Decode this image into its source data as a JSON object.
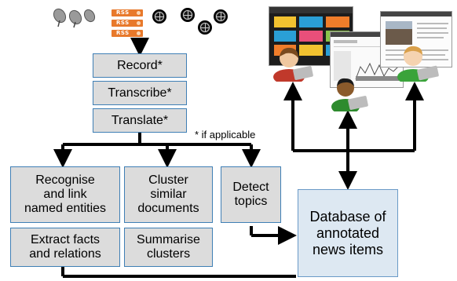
{
  "pipeline": {
    "record": "Record*",
    "transcribe": "Transcribe*",
    "translate": "Translate*",
    "footnote": "* if applicable"
  },
  "analysis": {
    "ner": "Recognise\nand link\nnamed entities",
    "cluster": "Cluster\nsimilar\ndocuments",
    "topics": "Detect\ntopics",
    "facts": "Extract facts\nand relations",
    "summarise": "Summarise\nclusters"
  },
  "database": {
    "label": "Database of\nannotated\nnews items"
  },
  "sources": {
    "rss_label": "RSS",
    "icons": [
      "satellite-dish-icon",
      "rss-feed-icon",
      "web-globe-icon"
    ]
  },
  "users": {
    "shirt_colors": [
      "#c0392b",
      "#2e8b2e",
      "#3aa33a"
    ]
  }
}
